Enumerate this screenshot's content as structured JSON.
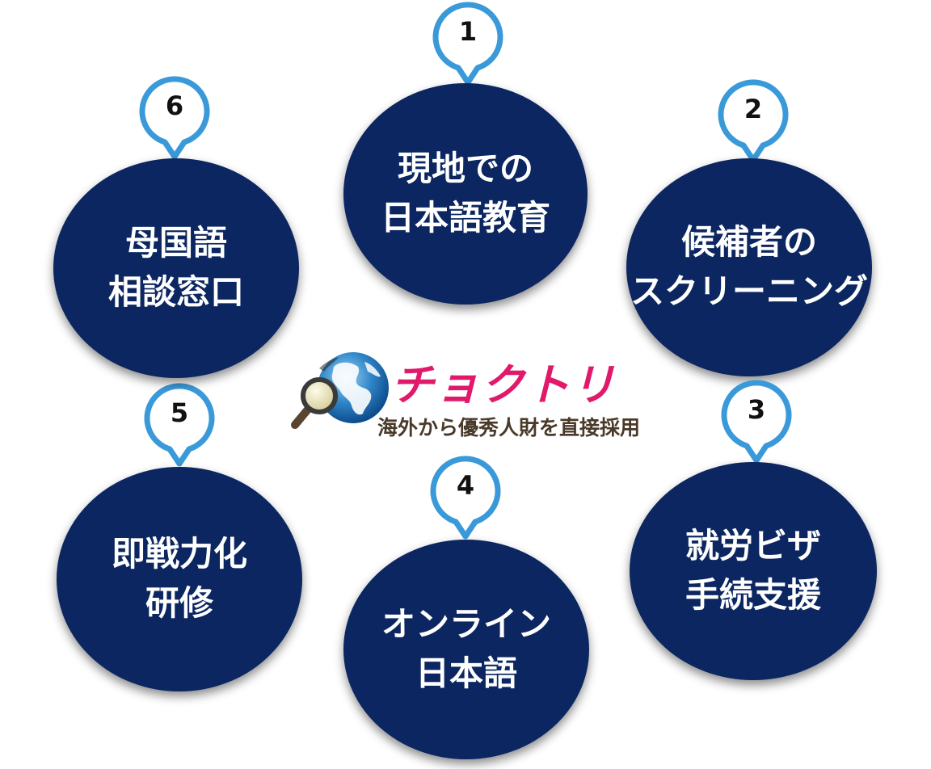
{
  "brand": {
    "name": "チョクトリ",
    "tagline": "海外から優秀人財を直接採用"
  },
  "colors": {
    "circle_fill": "#0b2660",
    "circle_text": "#ffffff",
    "pin_stroke": "#3a9ad9",
    "pin_fill": "#ffffff",
    "brand_pink": "#e0196a"
  },
  "steps": [
    {
      "number": "1",
      "line1": "現地での",
      "line2": "日本語教育"
    },
    {
      "number": "2",
      "line1": "候補者の",
      "line2": "スクリーニング"
    },
    {
      "number": "3",
      "line1": "就労ビザ",
      "line2": "手続支援"
    },
    {
      "number": "4",
      "line1": "オンライン",
      "line2": "日本語"
    },
    {
      "number": "5",
      "line1": "即戦力化",
      "line2": "研修"
    },
    {
      "number": "6",
      "line1": "母国語",
      "line2": "相談窓口"
    }
  ]
}
